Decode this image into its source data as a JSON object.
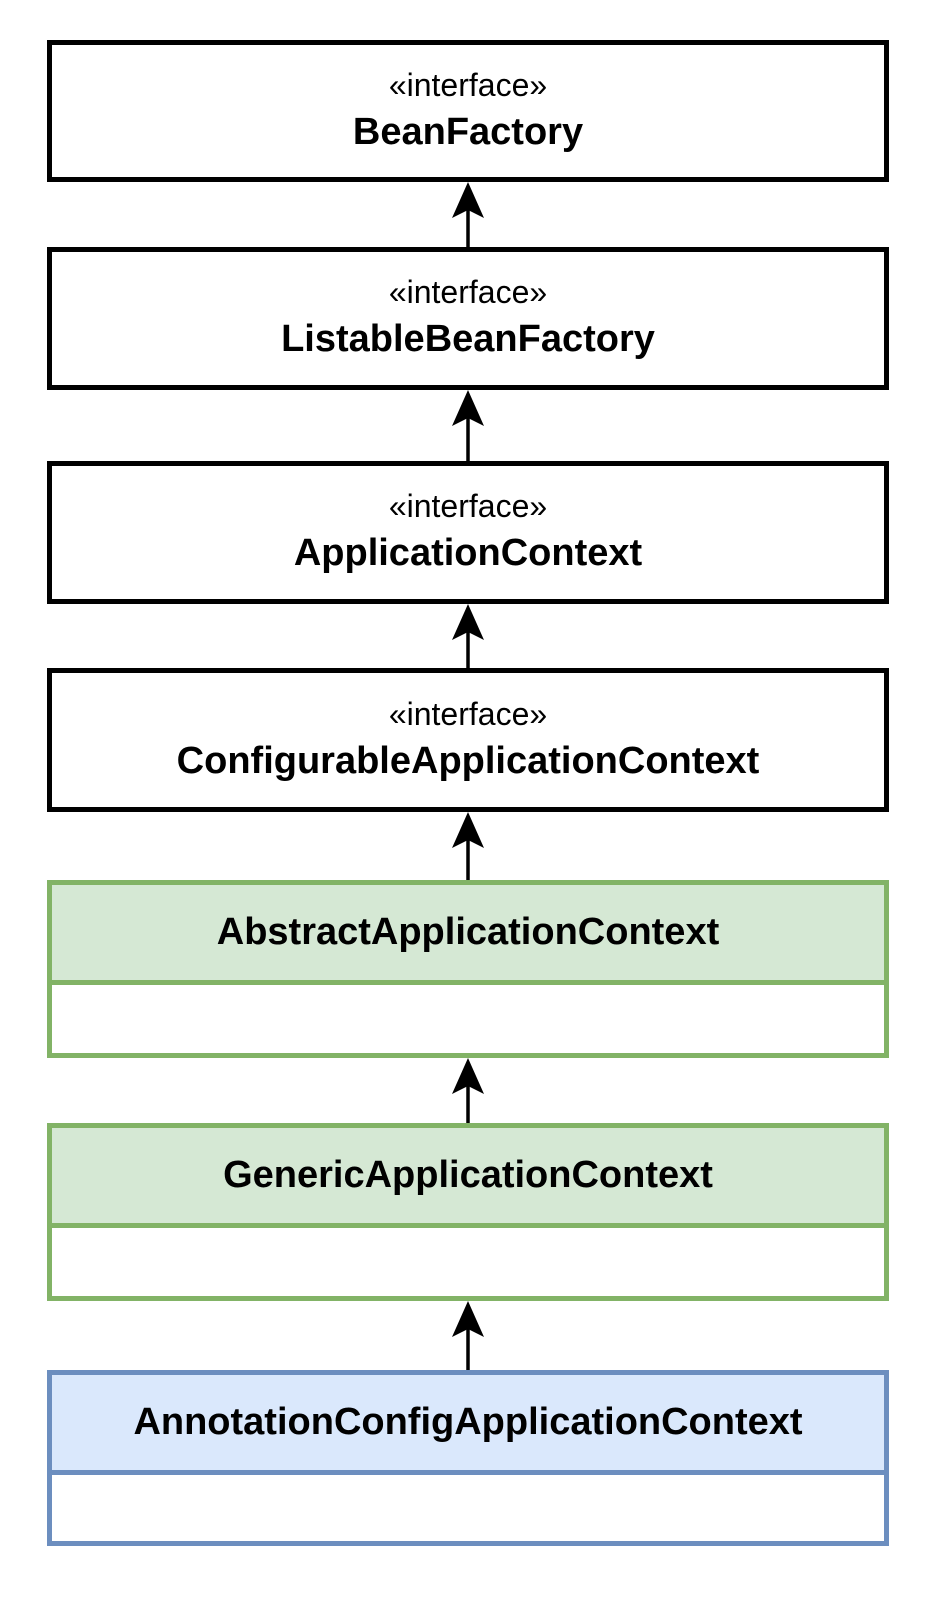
{
  "diagram": {
    "type": "uml-class-inheritance",
    "background_color": "#ffffff",
    "interface_stroke_color": "#000000",
    "interface_fill_color": "#ffffff",
    "green_fill_color": "#d5e8d4",
    "green_stroke_color": "#82b366",
    "blue_fill_color": "#dae8fc",
    "blue_stroke_color": "#6c8ebf",
    "text_color": "#000000",
    "arrow_color": "#000000",
    "nodes": [
      {
        "id": "bean-factory",
        "kind": "interface",
        "stereotype": "«interface»",
        "name": "BeanFactory"
      },
      {
        "id": "listable-bean-factory",
        "kind": "interface",
        "stereotype": "«interface»",
        "name": "ListableBeanFactory"
      },
      {
        "id": "application-context",
        "kind": "interface",
        "stereotype": "«interface»",
        "name": "ApplicationContext"
      },
      {
        "id": "configurable-application-context",
        "kind": "interface",
        "stereotype": "«interface»",
        "name": "ConfigurableApplicationContext"
      },
      {
        "id": "abstract-application-context",
        "kind": "class",
        "color": "green",
        "name": "AbstractApplicationContext",
        "attributes_compartment": ""
      },
      {
        "id": "generic-application-context",
        "kind": "class",
        "color": "green",
        "name": "GenericApplicationContext",
        "attributes_compartment": ""
      },
      {
        "id": "annotation-config-application-context",
        "kind": "class",
        "color": "blue",
        "name": "AnnotationConfigApplicationContext",
        "attributes_compartment": ""
      }
    ],
    "edges": [
      {
        "from": "ListableBeanFactory",
        "to": "BeanFactory",
        "relation": "extends",
        "arrowhead": "filled-dart-up"
      },
      {
        "from": "ApplicationContext",
        "to": "ListableBeanFactory",
        "relation": "extends",
        "arrowhead": "filled-dart-up"
      },
      {
        "from": "ConfigurableApplicationContext",
        "to": "ApplicationContext",
        "relation": "extends",
        "arrowhead": "filled-dart-up"
      },
      {
        "from": "AbstractApplicationContext",
        "to": "ConfigurableApplicationContext",
        "relation": "implements",
        "arrowhead": "filled-dart-up"
      },
      {
        "from": "GenericApplicationContext",
        "to": "AbstractApplicationContext",
        "relation": "extends",
        "arrowhead": "filled-dart-up"
      },
      {
        "from": "AnnotationConfigApplicationContext",
        "to": "GenericApplicationContext",
        "relation": "extends",
        "arrowhead": "filled-dart-up"
      }
    ]
  }
}
